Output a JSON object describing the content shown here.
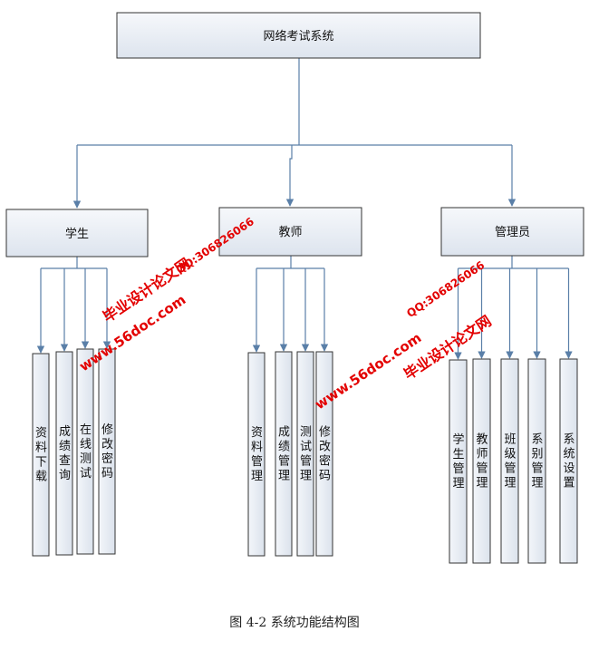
{
  "root": {
    "label": "网络考试系统"
  },
  "groups": [
    {
      "label": "学生",
      "items": [
        "资料下载",
        "成绩查询",
        "在线测试",
        "修改密码"
      ]
    },
    {
      "label": "教师",
      "items": [
        "资料管理",
        "成绩管理",
        "测试管理",
        "修改密码"
      ]
    },
    {
      "label": "管理员",
      "items": [
        "学生管理",
        "教师管理",
        "班级管理",
        "系别管理",
        "系统设置"
      ]
    }
  ],
  "watermarks": [
    {
      "site": "www.56doc.com",
      "brand": "毕业设计论文网",
      "qq": "QQ:306826066"
    },
    {
      "site": "www.56doc.com",
      "brand": "毕业设计论文网",
      "qq": "QQ:306826066"
    }
  ],
  "caption": "图 4-2 系统功能结构图"
}
